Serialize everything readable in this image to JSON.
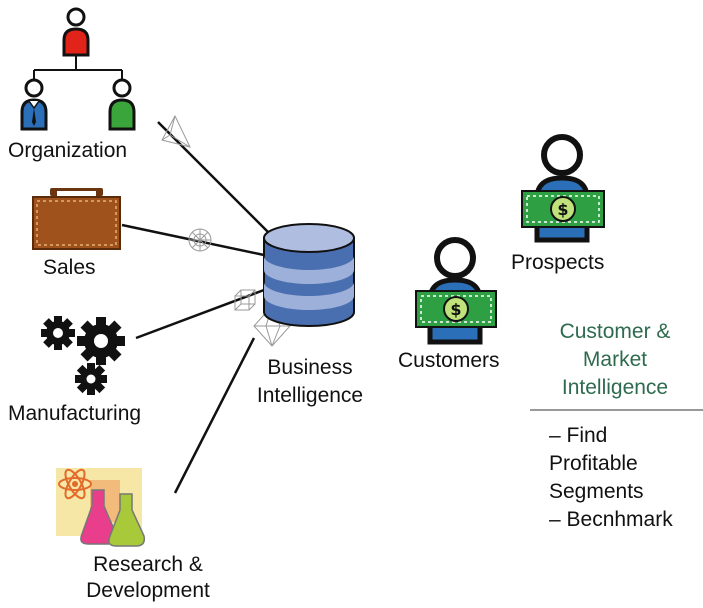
{
  "nodes": {
    "organization": "Organization",
    "sales": "Sales",
    "manufacturing": "Manufacturing",
    "research_line1": "Research &",
    "research_line2": "Development",
    "bi_line1": "Business",
    "bi_line2": "Intelligence",
    "customers": "Customers",
    "prospects": "Prospects"
  },
  "ci_panel": {
    "title_lines": [
      "Customer &",
      "Market",
      "Intelligence"
    ],
    "items": [
      "– Find",
      "Profitable",
      "Segments",
      "– Becnhmark"
    ]
  },
  "colors": {
    "accent_green_text": "#2e6b4e",
    "org_head": "#e2231a",
    "org_left": "#2a6fb7",
    "org_right": "#3aa53a",
    "database": "#4a6fb0",
    "briefcase": "#a0521d",
    "banknote": "#2ea043",
    "person_body": "#2a6fb7"
  },
  "icons": [
    "org-chart-icon",
    "briefcase-icon",
    "gears-icon",
    "lab-flasks-icon",
    "database-icon",
    "customer-person-icon",
    "prospect-person-icon",
    "wireframe-shape-icon"
  ]
}
